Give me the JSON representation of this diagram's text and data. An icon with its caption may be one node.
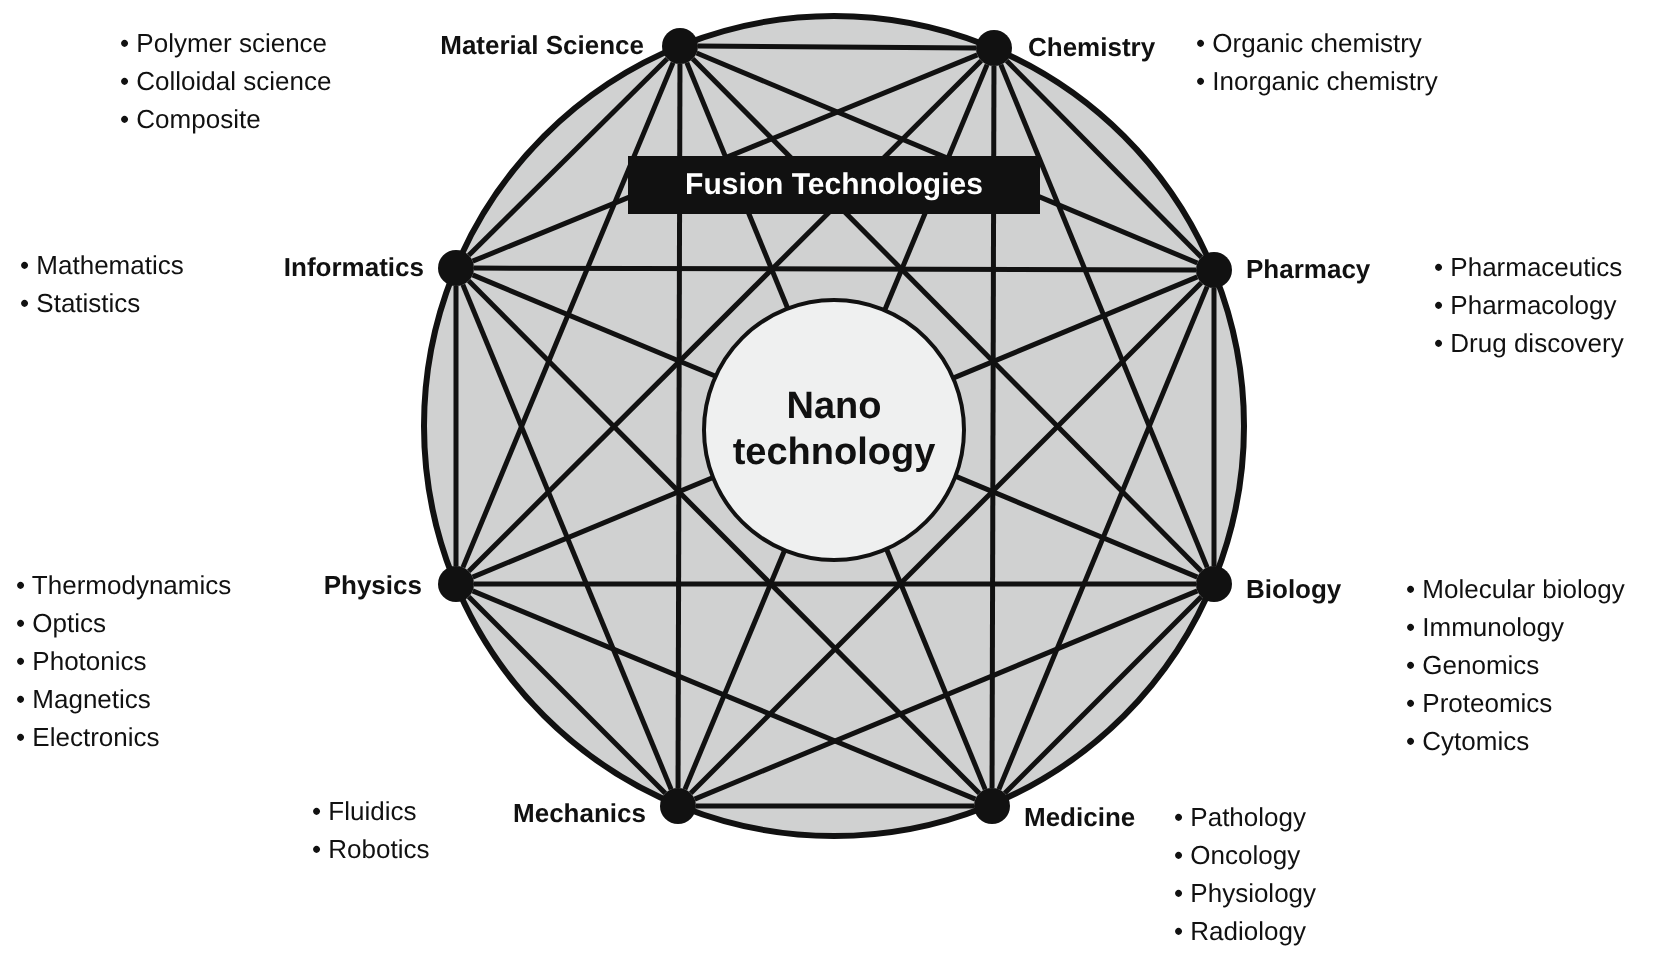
{
  "diagram": {
    "nodes": [
      {
        "text": [
          "Material Science"
        ],
        "beside": [
          "• Polymer science",
          "• Colloidal science",
          "• Composite"
        ]
      },
      {
        "text": [
          "Chemistry"
        ],
        "beside": [
          "• Organic chemistry",
          "• Inorganic chemistry"
        ]
      },
      {
        "text": [
          "Informatics"
        ],
        "beside": [
          "• Mathematics",
          "• Statistics"
        ]
      },
      {
        "text": [
          "Pharmacy"
        ],
        "beside": [
          "• Pharmaceutics",
          "• Pharmacology",
          "• Drug discovery"
        ]
      },
      {
        "text": [
          "Physics"
        ],
        "beside": [
          "• Thermodynamics",
          "• Optics",
          "• Photonics",
          "• Magnetics",
          "• Electronics"
        ]
      },
      {
        "text": [
          "Biology"
        ],
        "beside": [
          "• Molecular biology",
          "• Immunology",
          "• Genomics",
          "• Proteomics",
          "• Cytomics"
        ]
      },
      {
        "text": [
          "Mechanics"
        ],
        "beside": [
          "• Fluidics",
          "• Robotics"
        ]
      },
      {
        "text": [
          "Medicine"
        ],
        "beside": [
          "• Pathology",
          "• Oncology",
          "• Physiology",
          "• Radiology"
        ]
      }
    ],
    "edges": [
      {
        "from": 0,
        "to": 1,
        "arrow": "none"
      },
      {
        "from": 0,
        "to": 2,
        "arrow": "none"
      },
      {
        "from": 0,
        "to": 3,
        "arrow": "none"
      },
      {
        "from": 0,
        "to": 4,
        "arrow": "none"
      },
      {
        "from": 0,
        "to": 5,
        "arrow": "none"
      },
      {
        "from": 0,
        "to": 6,
        "arrow": "none"
      },
      {
        "from": 0,
        "to": 7,
        "arrow": "none"
      },
      {
        "from": 1,
        "to": 2,
        "arrow": "none"
      },
      {
        "from": 1,
        "to": 3,
        "arrow": "none"
      },
      {
        "from": 1,
        "to": 4,
        "arrow": "none"
      },
      {
        "from": 1,
        "to": 5,
        "arrow": "none"
      },
      {
        "from": 1,
        "to": 6,
        "arrow": "none"
      },
      {
        "from": 1,
        "to": 7,
        "arrow": "none"
      },
      {
        "from": 2,
        "to": 3,
        "arrow": "none"
      },
      {
        "from": 2,
        "to": 4,
        "arrow": "none"
      },
      {
        "from": 2,
        "to": 5,
        "arrow": "none"
      },
      {
        "from": 2,
        "to": 6,
        "arrow": "none"
      },
      {
        "from": 2,
        "to": 7,
        "arrow": "none"
      },
      {
        "from": 3,
        "to": 4,
        "arrow": "none"
      },
      {
        "from": 3,
        "to": 5,
        "arrow": "none"
      },
      {
        "from": 3,
        "to": 6,
        "arrow": "none"
      },
      {
        "from": 3,
        "to": 7,
        "arrow": "none"
      },
      {
        "from": 4,
        "to": 5,
        "arrow": "none"
      },
      {
        "from": 4,
        "to": 6,
        "arrow": "none"
      },
      {
        "from": 4,
        "to": 7,
        "arrow": "none"
      },
      {
        "from": 5,
        "to": 6,
        "arrow": "none"
      },
      {
        "from": 5,
        "to": 7,
        "arrow": "none"
      },
      {
        "from": 6,
        "to": 7,
        "arrow": "none"
      }
    ],
    "labels": [
      "Fusion Technologies",
      "Nano technology"
    ]
  }
}
